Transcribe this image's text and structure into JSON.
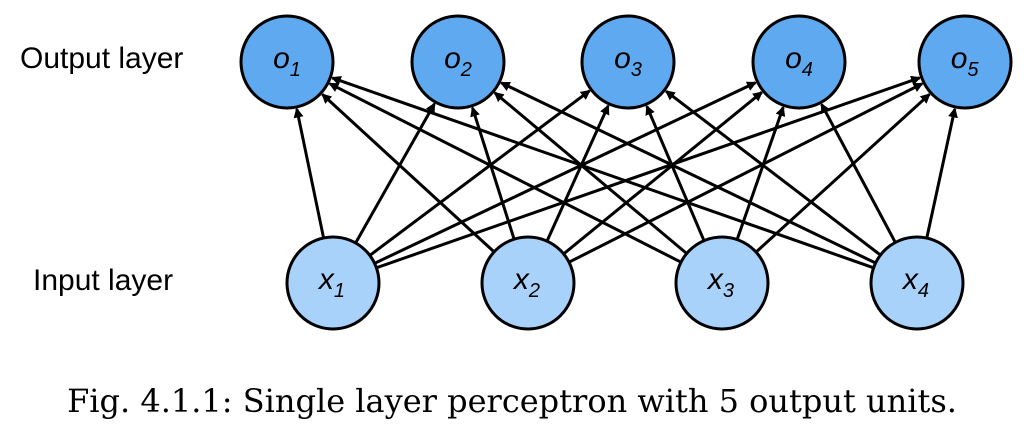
{
  "labels": {
    "output_layer": "Output layer",
    "input_layer": "Input layer"
  },
  "output_nodes": [
    {
      "var": "o",
      "index": "1"
    },
    {
      "var": "o",
      "index": "2"
    },
    {
      "var": "o",
      "index": "3"
    },
    {
      "var": "o",
      "index": "4"
    },
    {
      "var": "o",
      "index": "5"
    }
  ],
  "input_nodes": [
    {
      "var": "x",
      "index": "1"
    },
    {
      "var": "x",
      "index": "2"
    },
    {
      "var": "x",
      "index": "3"
    },
    {
      "var": "x",
      "index": "4"
    }
  ],
  "connectivity": "fully-connected",
  "colors": {
    "output_fill": "#5FA9F0",
    "input_fill": "#A9D2FA",
    "stroke": "#000000"
  },
  "caption": "Fig. 4.1.1: Single layer perceptron with 5 output units."
}
